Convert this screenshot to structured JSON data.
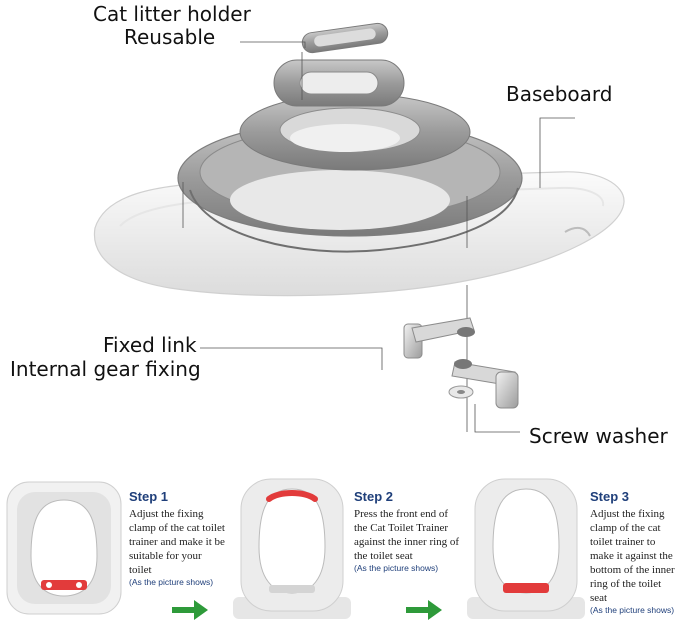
{
  "labels": {
    "litter_holder_line1": "Cat litter holder",
    "litter_holder_line2": "Reusable",
    "baseboard": "Baseboard",
    "fixed_link": "Fixed link",
    "gear_fixing": "Internal gear fixing",
    "screw_washer": "Screw washer"
  },
  "steps": [
    {
      "title": "Step 1",
      "text": "Adjust the fixing clamp of the cat toilet trainer and make it be suitable for your toilet",
      "note": "(As the picture shows)"
    },
    {
      "title": "Step 2",
      "text": "Press the front end of the Cat Toilet Trainer against the inner ring of the toilet seat",
      "note": "(As the picture shows)"
    },
    {
      "title": "Step 3",
      "text": "Adjust the fixing clamp of the cat toilet trainer to make it against the bottom of the inner ring of the toilet seat",
      "note": "(As the picture shows)"
    }
  ],
  "colors": {
    "step_title": "#1f3f7a",
    "arrow": "#2e9a3a",
    "clamp_red": "#e23b3b",
    "tray_gray": "#9a9a9a"
  },
  "icons": [
    "right-arrow-icon"
  ]
}
